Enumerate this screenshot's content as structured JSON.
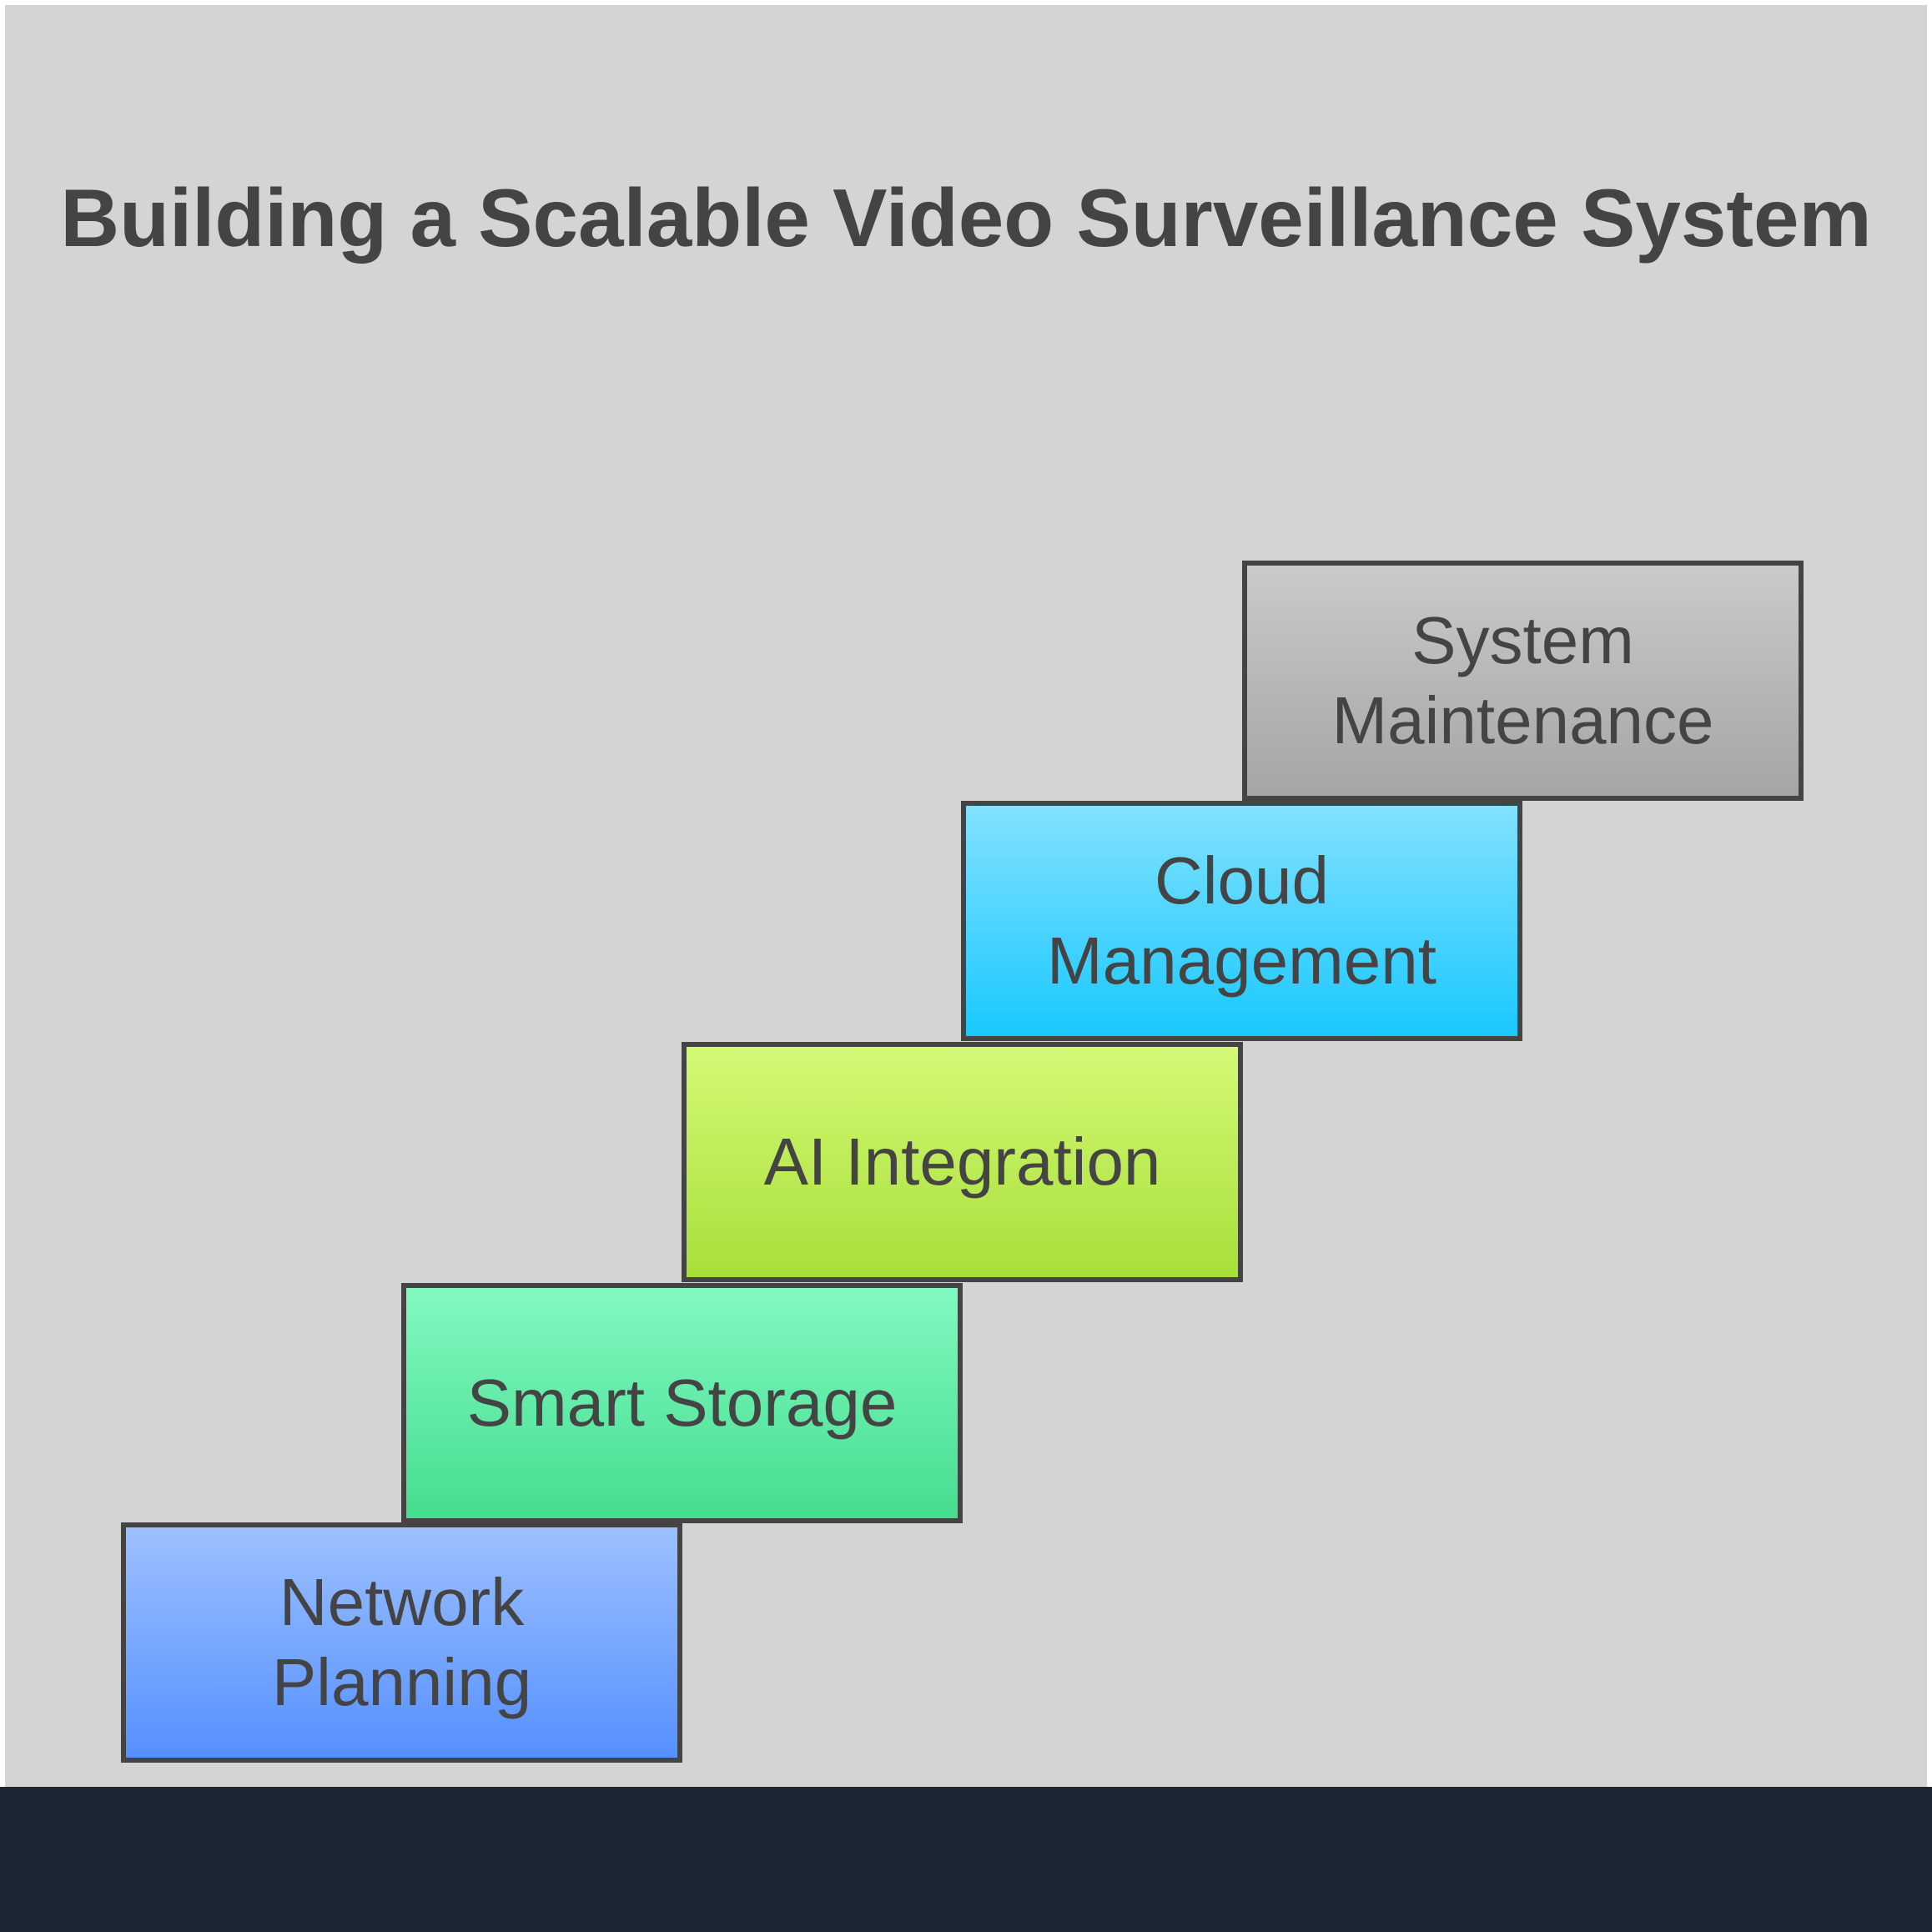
{
  "title": "Building a Scalable Video Surveillance System",
  "steps": [
    {
      "label": "Network Planning",
      "color": "#5590ff"
    },
    {
      "label": "Smart Storage",
      "color": "#45dd90"
    },
    {
      "label": "AI Integration",
      "color": "#a8df3a"
    },
    {
      "label": "Cloud Management",
      "color": "#1ac8ff"
    },
    {
      "label": "System Maintenance",
      "color": "#a5a5a5"
    }
  ]
}
